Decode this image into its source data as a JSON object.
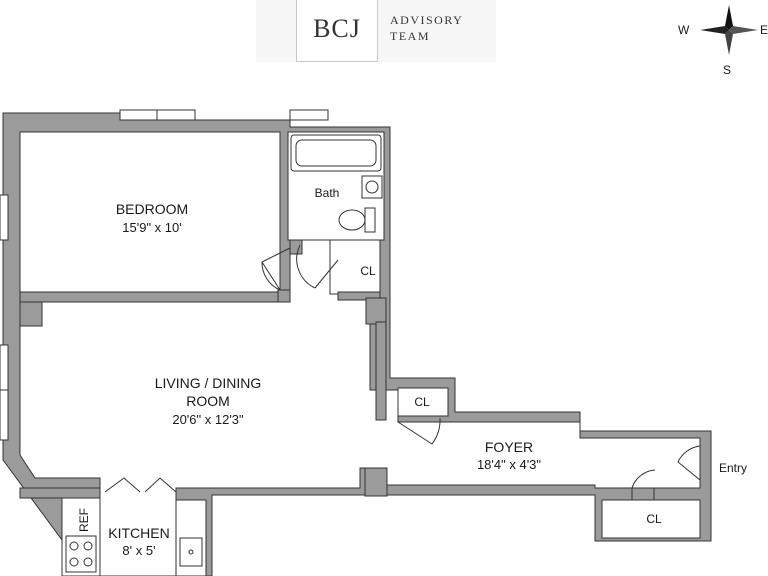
{
  "logo": {
    "mark": "BCJ",
    "line1": "ADVISORY",
    "line2": "TEAM"
  },
  "compass": {
    "west": "W",
    "east": "E",
    "south": "S"
  },
  "rooms": {
    "bedroom": {
      "name": "BEDROOM",
      "dims": "15'9\" x 10'"
    },
    "bath": {
      "name": "Bath"
    },
    "closet_bedroom": {
      "name": "CL"
    },
    "living": {
      "name_line1": "LIVING / DINING",
      "name_line2": "ROOM",
      "dims": "20'6\" x 12'3\""
    },
    "closet_foyer": {
      "name": "CL"
    },
    "foyer": {
      "name": "FOYER",
      "dims": "18'4\" x 4'3\""
    },
    "entry": {
      "name": "Entry"
    },
    "closet_entry": {
      "name": "CL"
    },
    "kitchen": {
      "name": "KITCHEN",
      "dims": "8' x 5'"
    },
    "ref": {
      "name": "REF"
    }
  },
  "colors": {
    "wall_fill": "#9b9b9b",
    "wall_stroke": "#333333",
    "floor": "#ffffff"
  }
}
